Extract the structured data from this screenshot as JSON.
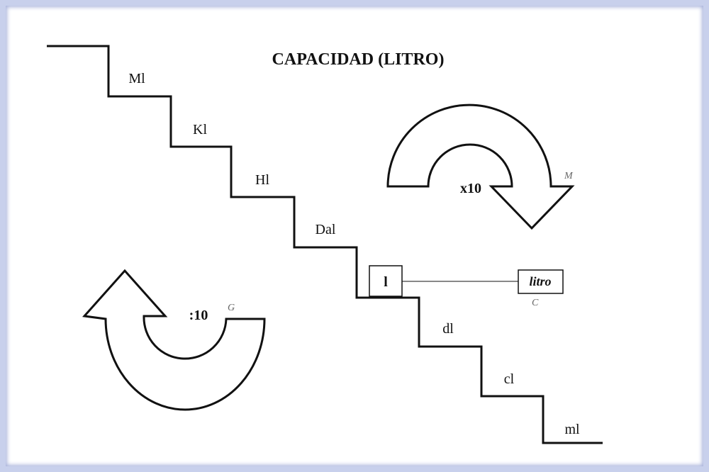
{
  "title": "CAPACIDAD (LITRO)",
  "colors": {
    "ink": "#111111",
    "frame": "#c8d0ec",
    "background": "#ffffff"
  },
  "steps_upper": [
    "Ml",
    "Kl",
    "Hl",
    "Dal"
  ],
  "base_box": "l",
  "base_label": "litro",
  "steps_lower": [
    "dl",
    "cl",
    "ml"
  ],
  "multiply_label": "x10",
  "divide_label": ":10",
  "marks": {
    "multiply": "M",
    "divide": "G",
    "base": "C"
  },
  "icons": {
    "down_arrow": "curved-arrow-down-icon",
    "up_arrow": "curved-arrow-up-icon"
  }
}
